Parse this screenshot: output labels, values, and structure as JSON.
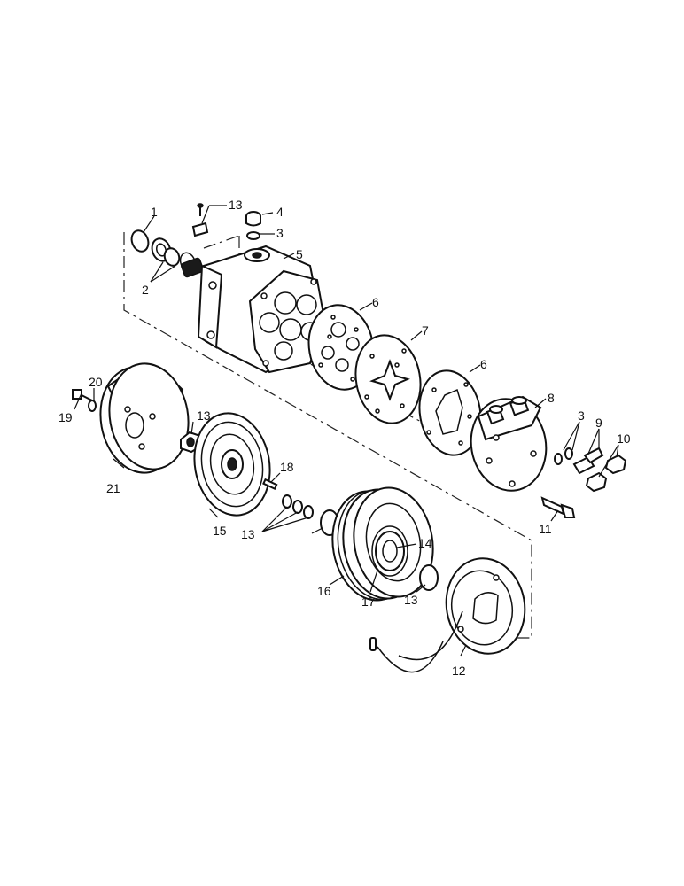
{
  "diagram": {
    "callouts": {
      "c1": "1",
      "c2": "2",
      "c3a": "3",
      "c3b": "3",
      "c4": "4",
      "c5": "5",
      "c6a": "6",
      "c6b": "6",
      "c7": "7",
      "c8": "8",
      "c9": "9",
      "c10": "10",
      "c11": "11",
      "c12": "12",
      "c13a": "13",
      "c13b": "13",
      "c13c": "13",
      "c13d": "13",
      "c14": "14",
      "c15": "15",
      "c16": "16",
      "c17": "17",
      "c18": "18",
      "c19": "19",
      "c20": "20",
      "c21": "21"
    }
  }
}
